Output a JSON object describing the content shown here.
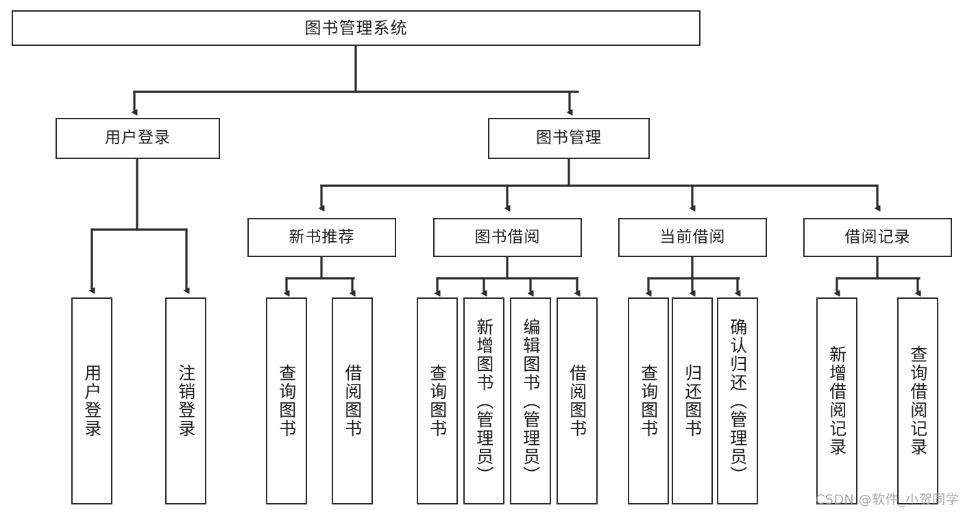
{
  "diagram": {
    "title": "图书管理系统",
    "type": "tree",
    "root": {
      "label": "图书管理系统"
    },
    "level1": [
      {
        "id": "user-login",
        "label": "用户登录"
      },
      {
        "id": "book-management",
        "label": "图书管理"
      }
    ],
    "level2": [
      {
        "id": "new-book-recommend",
        "label": "新书推荐",
        "parent": "book-management"
      },
      {
        "id": "book-borrow",
        "label": "图书借阅",
        "parent": "book-management"
      },
      {
        "id": "current-borrow",
        "label": "当前借阅",
        "parent": "book-management"
      },
      {
        "id": "borrow-record",
        "label": "借阅记录",
        "parent": "book-management"
      }
    ],
    "leaves": [
      {
        "id": "leaf-user-login",
        "label": "用户登录",
        "parent": "user-login"
      },
      {
        "id": "leaf-logout-login",
        "label": "注销登录",
        "parent": "user-login"
      },
      {
        "id": "leaf-query-book-1",
        "label": "查询图书",
        "parent": "new-book-recommend"
      },
      {
        "id": "leaf-borrow-book-1",
        "label": "借阅图书",
        "parent": "new-book-recommend"
      },
      {
        "id": "leaf-query-book-2",
        "label": "查询图书",
        "parent": "book-borrow"
      },
      {
        "id": "leaf-add-book",
        "label": "新增图书（管理员）",
        "parent": "book-borrow"
      },
      {
        "id": "leaf-edit-book",
        "label": "编辑图书（管理员）",
        "parent": "book-borrow"
      },
      {
        "id": "leaf-borrow-book-2",
        "label": "借阅图书",
        "parent": "book-borrow"
      },
      {
        "id": "leaf-query-book-3",
        "label": "查询图书",
        "parent": "current-borrow"
      },
      {
        "id": "leaf-return-book",
        "label": "归还图书",
        "parent": "current-borrow"
      },
      {
        "id": "leaf-confirm-return",
        "label": "确认归还（管理员）",
        "parent": "current-borrow"
      },
      {
        "id": "leaf-add-record",
        "label": "新增借阅记录",
        "parent": "borrow-record"
      },
      {
        "id": "leaf-query-record",
        "label": "查询借阅记录",
        "parent": "borrow-record"
      }
    ]
  },
  "watermark": {
    "text": "CSDN @软件_小贺同学"
  },
  "colors": {
    "stroke": "#2b2b2b",
    "fill": "#ffffff",
    "text": "#1b1b1b",
    "watermark": "#9a9a9a"
  }
}
